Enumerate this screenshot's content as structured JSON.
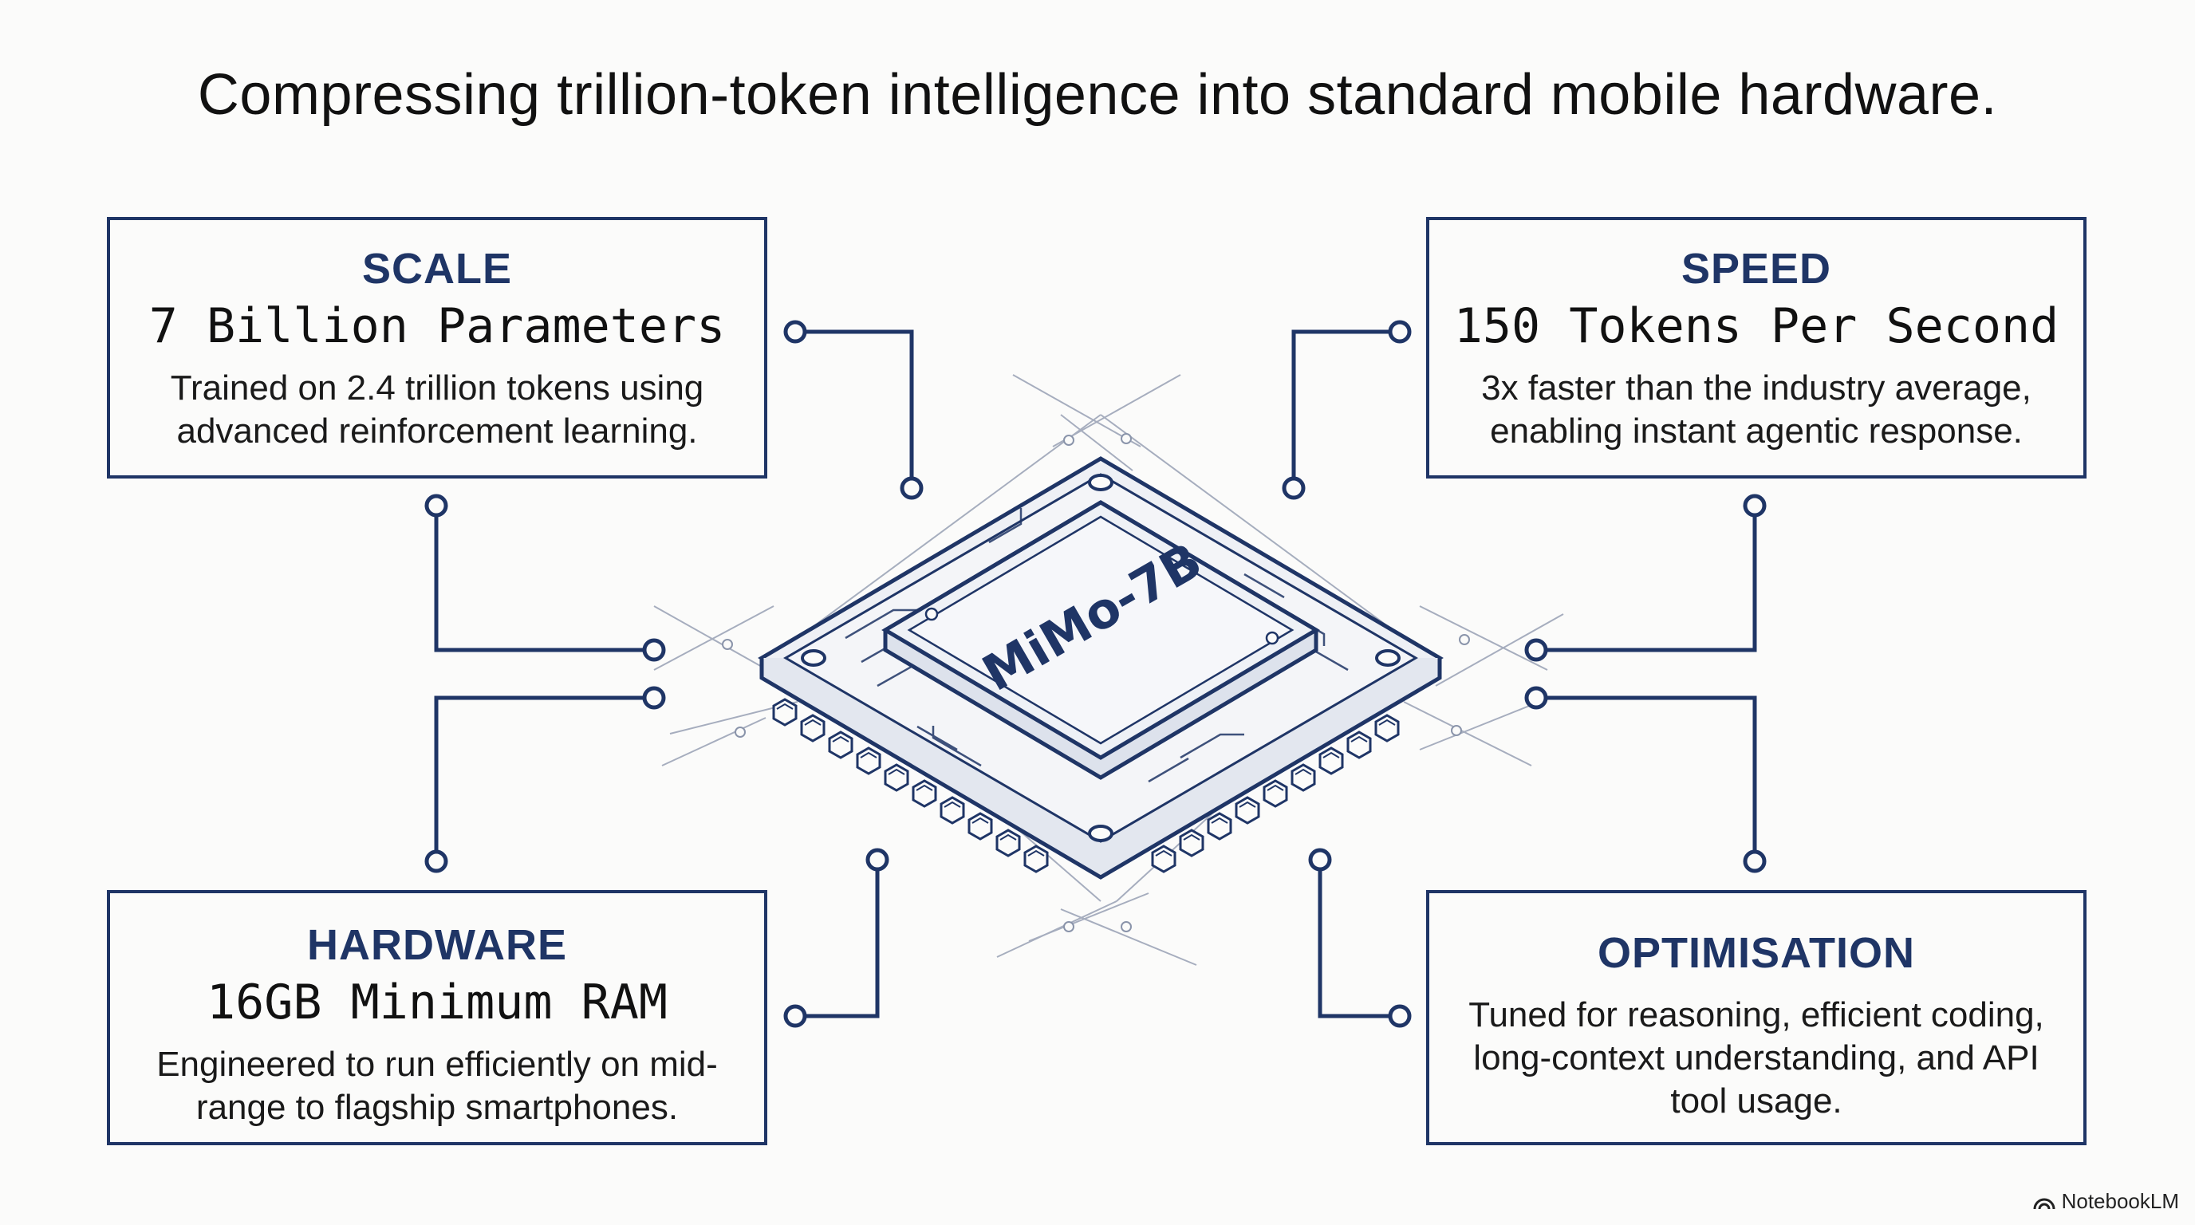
{
  "title": "Compressing trillion-token intelligence into standard mobile hardware.",
  "chip": {
    "label": "MiMo-7B"
  },
  "boxes": {
    "scale": {
      "label": "SCALE",
      "metric": "7 Billion Parameters",
      "desc": "Trained on 2.4 trillion tokens using advanced reinforcement learning."
    },
    "speed": {
      "label": "SPEED",
      "metric": "150 Tokens Per Second",
      "desc": "3x faster than the industry average, enabling instant agentic response."
    },
    "hardware": {
      "label": "HARDWARE",
      "metric": "16GB Minimum RAM",
      "desc": "Engineered to run efficiently on mid-range to flagship smartphones."
    },
    "optimisation": {
      "label": "OPTIMISATION",
      "desc": "Tuned for reasoning, efficient coding, long-context understanding, and API tool usage."
    }
  },
  "watermark": {
    "text": "NotebookLM",
    "icon": "notebooklm-logo-icon"
  },
  "colors": {
    "line": "#1f3566",
    "accent": "#1f3566",
    "background": "#fbfbfa"
  }
}
